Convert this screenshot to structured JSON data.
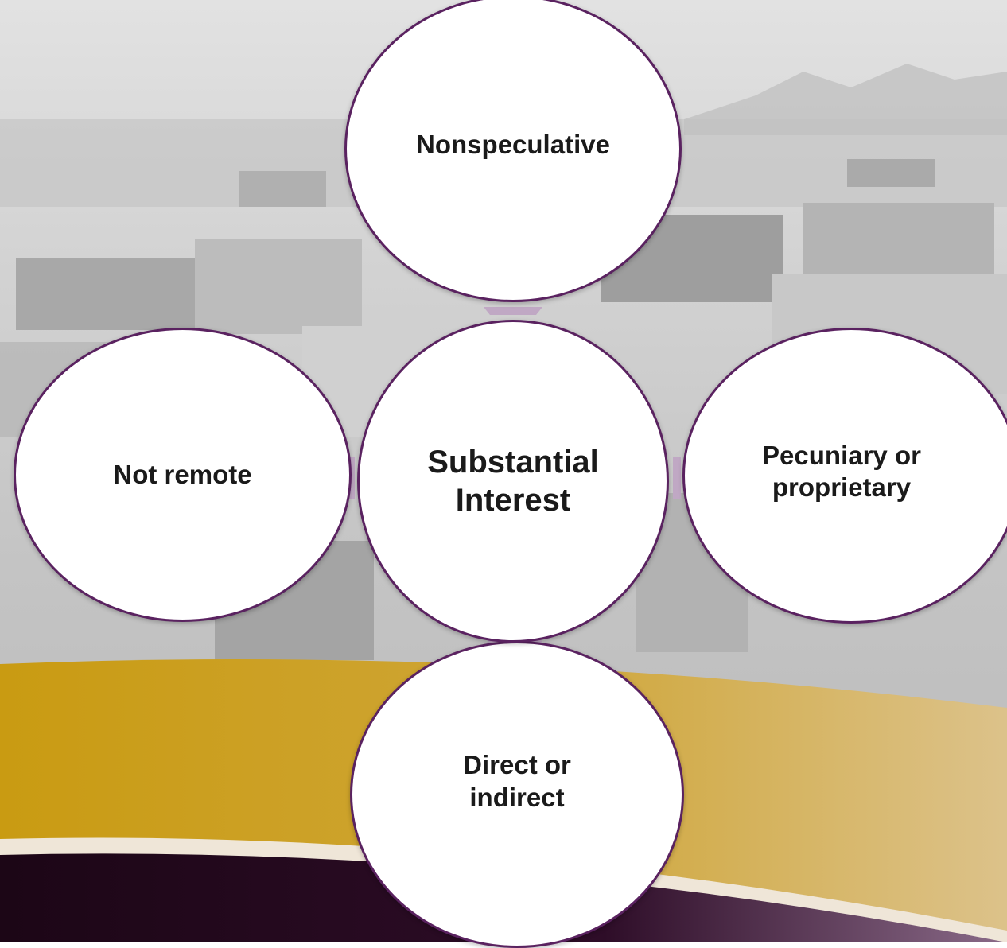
{
  "diagram": {
    "center": {
      "label": "Substantial\nInterest"
    },
    "top": {
      "label": "Nonspeculative"
    },
    "left": {
      "label": "Not remote"
    },
    "right": {
      "label": "Pecuniary or\nproprietary"
    },
    "bottom": {
      "label": "Direct or\nindirect"
    }
  },
  "colors": {
    "circle_border": "#5a2260",
    "connector": "#c0a8c4",
    "gold_band": "#c9a01a",
    "dark_band": "#2a0a22",
    "background": "#d6d6d6"
  }
}
